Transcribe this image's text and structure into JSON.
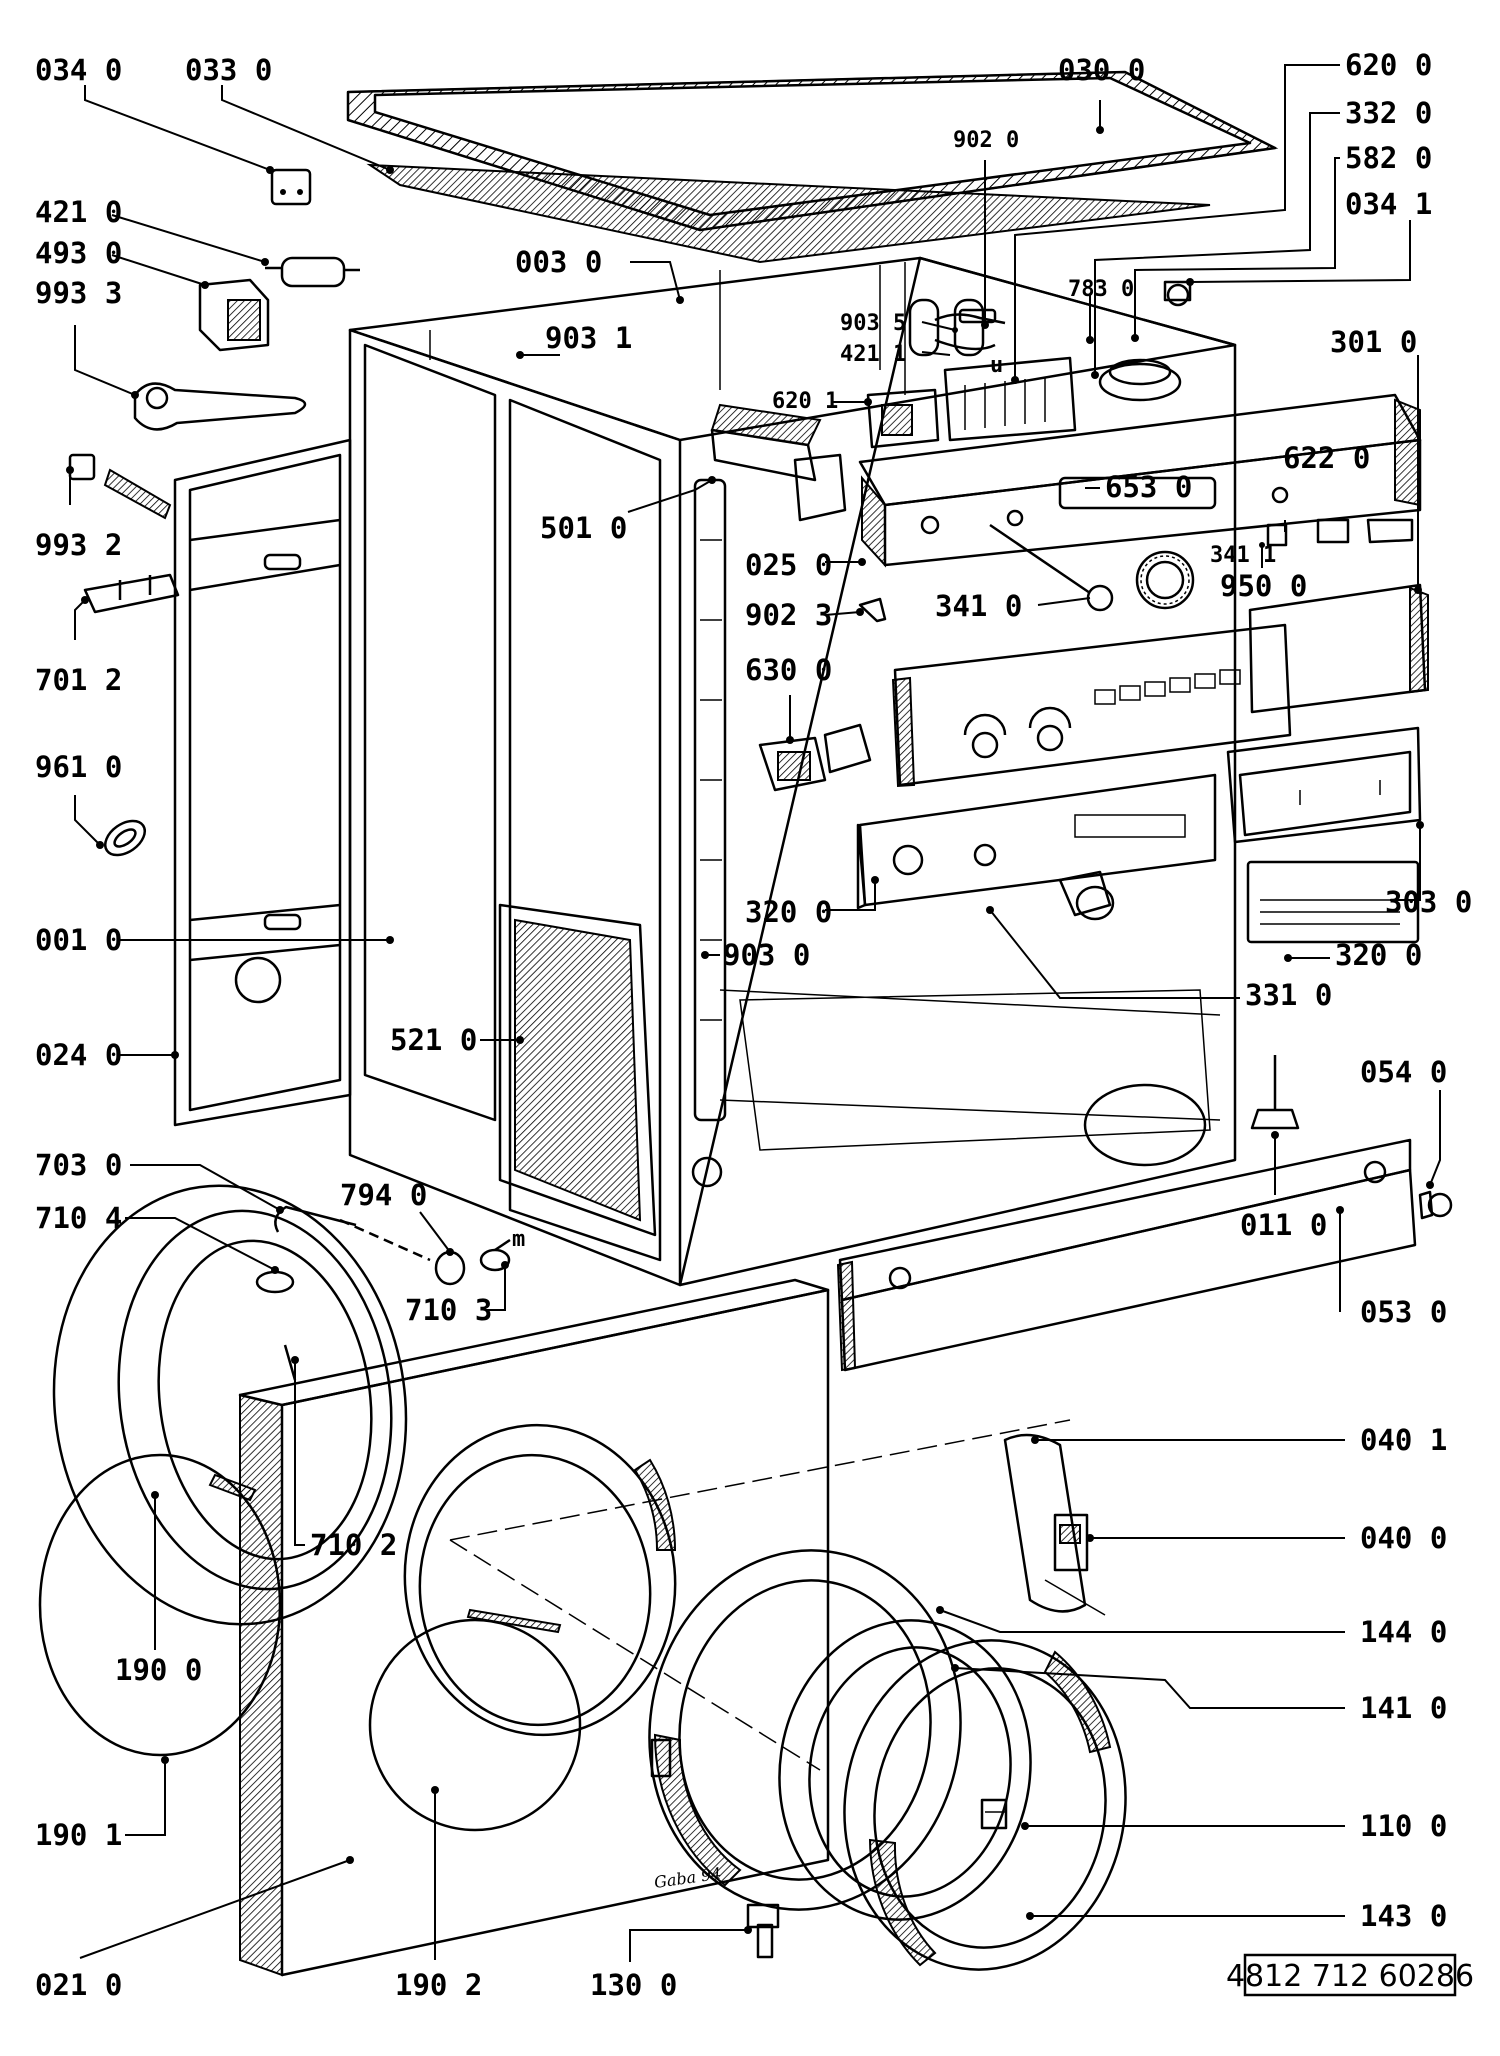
{
  "parts": [
    {
      "id": "p034_0",
      "text": "034  0"
    },
    {
      "id": "p033_0",
      "text": "033  0"
    },
    {
      "id": "p030_0",
      "text": "030  0"
    },
    {
      "id": "p620_0",
      "text": "620  0"
    },
    {
      "id": "p332_0",
      "text": "332  0"
    },
    {
      "id": "p582_0",
      "text": "582  0"
    },
    {
      "id": "p034_1",
      "text": "034  1"
    },
    {
      "id": "p421_0",
      "text": "421  0"
    },
    {
      "id": "p493_0",
      "text": "493  0"
    },
    {
      "id": "p993_3",
      "text": "993  3"
    },
    {
      "id": "p003_0",
      "text": "003  0"
    },
    {
      "id": "p902_0",
      "text": "902 0"
    },
    {
      "id": "p903_5",
      "text": "903 5"
    },
    {
      "id": "p421_1",
      "text": "421 1"
    },
    {
      "id": "p783_0",
      "text": "783 0"
    },
    {
      "id": "p903_1",
      "text": "903  1"
    },
    {
      "id": "p301_0",
      "text": "301  0"
    },
    {
      "id": "p620_1",
      "text": "620 1"
    },
    {
      "id": "p622_0",
      "text": "622  0"
    },
    {
      "id": "p653_0",
      "text": "653  0"
    },
    {
      "id": "p993_2",
      "text": "993  2"
    },
    {
      "id": "p501_0",
      "text": "501  0"
    },
    {
      "id": "p025_0",
      "text": "025  0"
    },
    {
      "id": "p341_1",
      "text": "341 1"
    },
    {
      "id": "p950_0",
      "text": "950  0"
    },
    {
      "id": "p341_0",
      "text": "341  0"
    },
    {
      "id": "p902_3",
      "text": "902  3"
    },
    {
      "id": "p701_2",
      "text": "701  2"
    },
    {
      "id": "p630_0",
      "text": "630  0"
    },
    {
      "id": "p961_0",
      "text": "961  0"
    },
    {
      "id": "p320_0a",
      "text": "320  0"
    },
    {
      "id": "p303_0",
      "text": "303  0"
    },
    {
      "id": "p001_0",
      "text": "001  0"
    },
    {
      "id": "p903_0",
      "text": "903  0"
    },
    {
      "id": "p320_0b",
      "text": "320  0"
    },
    {
      "id": "p331_0",
      "text": "331  0"
    },
    {
      "id": "p024_0",
      "text": "024  0"
    },
    {
      "id": "p521_0",
      "text": "521  0"
    },
    {
      "id": "p054_0",
      "text": "054  0"
    },
    {
      "id": "p703_0",
      "text": "703  0"
    },
    {
      "id": "p794_0",
      "text": "794  0"
    },
    {
      "id": "p710_4",
      "text": "710  4"
    },
    {
      "id": "p011_0",
      "text": "011  0"
    },
    {
      "id": "p710_3",
      "text": "710  3"
    },
    {
      "id": "p053_0",
      "text": "053  0"
    },
    {
      "id": "p040_1",
      "text": "040  1"
    },
    {
      "id": "p710_2",
      "text": "710  2"
    },
    {
      "id": "p040_0",
      "text": "040  0"
    },
    {
      "id": "p190_0",
      "text": "190  0"
    },
    {
      "id": "p144_0",
      "text": "144  0"
    },
    {
      "id": "p141_0",
      "text": "141  0"
    },
    {
      "id": "p190_1",
      "text": "190  1"
    },
    {
      "id": "p110_0",
      "text": "110  0"
    },
    {
      "id": "p143_0",
      "text": "143  0"
    },
    {
      "id": "p021_0",
      "text": "021  0"
    },
    {
      "id": "p190_2",
      "text": "190  2"
    },
    {
      "id": "p130_0",
      "text": "130  0"
    }
  ],
  "small_marks": {
    "u": "u",
    "m": "m"
  },
  "drawing_code": "4812 712 60286",
  "signature": "Gaba 94"
}
